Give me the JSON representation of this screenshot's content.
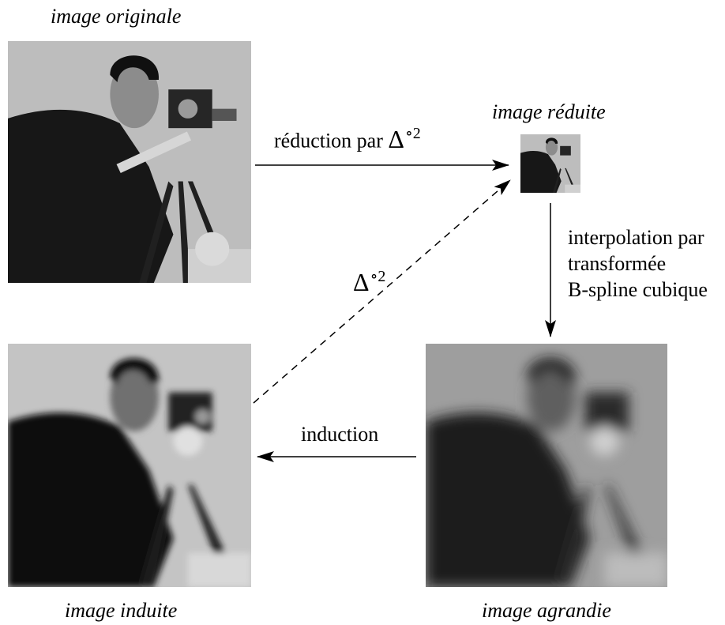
{
  "captions": {
    "original": "image originale",
    "reduced": "image réduite",
    "induced": "image induite",
    "enlarged": "image agrandie"
  },
  "arrows": {
    "reduction_prefix": "réduction par",
    "delta_symbol": "Δ",
    "delta_exponent": "∘2",
    "interpolation_lines": [
      "interpolation par",
      "transformée",
      "B-spline cubique"
    ],
    "induction": "induction"
  },
  "images": {
    "original": "cameraman photograph (sharp)",
    "reduced": "cameraman photograph (small)",
    "enlarged": "cameraman photograph (blurred)",
    "induced": "cameraman photograph (blocky, blurred)"
  }
}
